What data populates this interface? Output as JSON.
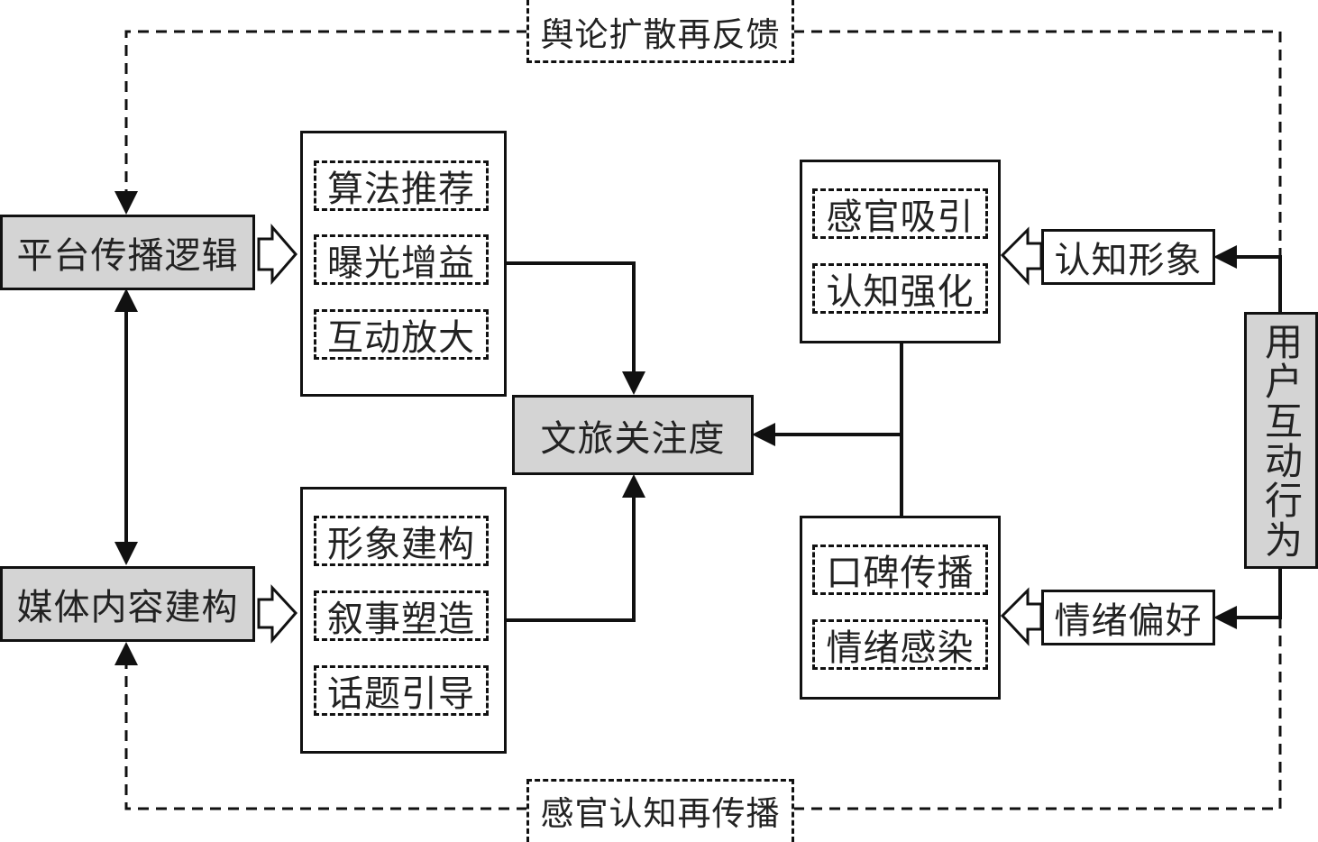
{
  "diagram": {
    "center": {
      "label": "文旅关注度"
    },
    "left": {
      "platform": {
        "label": "平台传播逻辑",
        "items": [
          "算法推荐",
          "曝光增益",
          "互动放大"
        ]
      },
      "media": {
        "label": "媒体内容建构",
        "items": [
          "形象建构",
          "叙事塑造",
          "话题引导"
        ]
      }
    },
    "right": {
      "user": {
        "label": "用户互动行为"
      },
      "cognition": {
        "label": "认知形象",
        "items": [
          "感官吸引",
          "认知强化"
        ]
      },
      "emotion": {
        "label": "情绪偏好",
        "items": [
          "口碑传播",
          "情绪感染"
        ]
      }
    },
    "feedback": {
      "top": {
        "label": "舆论扩散再反馈"
      },
      "bottom": {
        "label": "感官认知再传播"
      }
    }
  }
}
